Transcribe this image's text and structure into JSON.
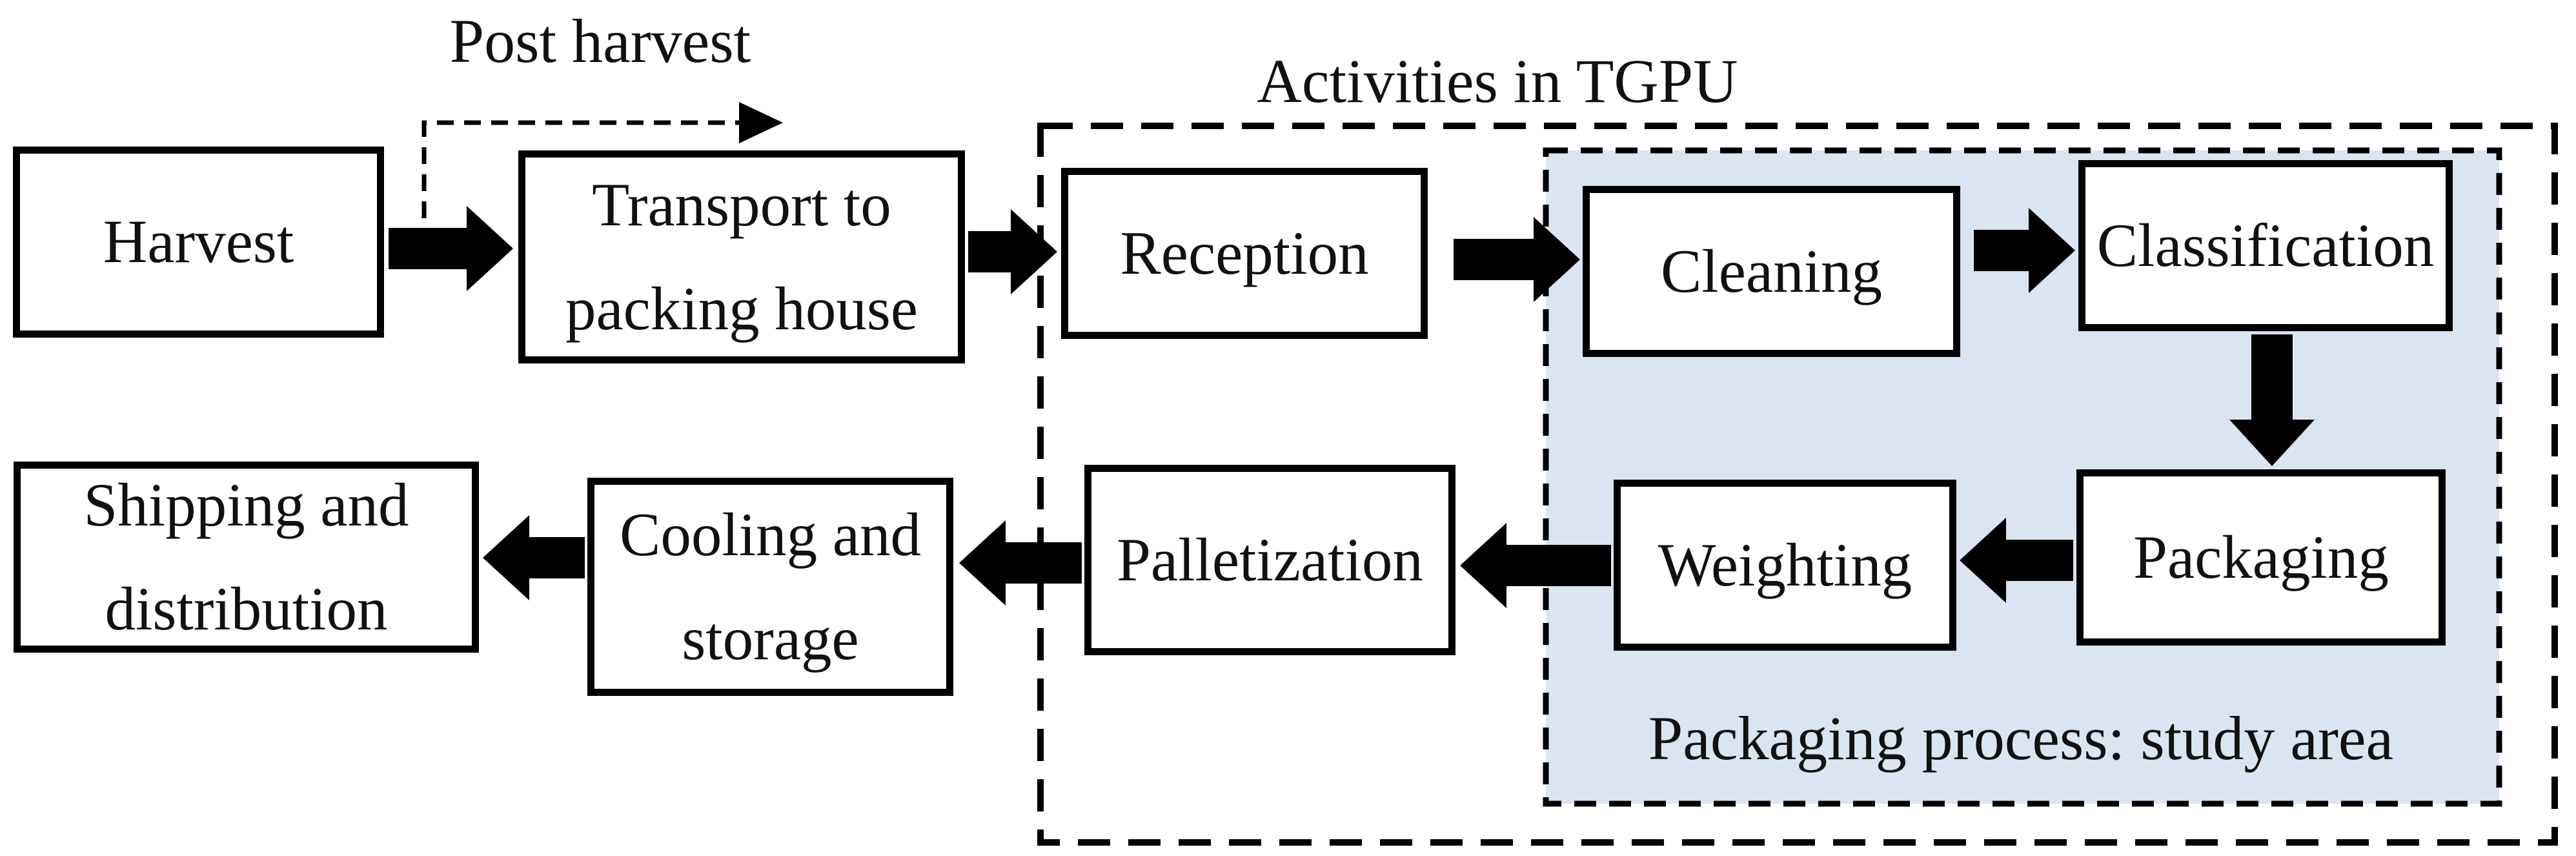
{
  "diagram": {
    "labels": {
      "post_harvest": "Post harvest",
      "activities_in_tgpu": "Activities in TGPU",
      "study_area": "Packaging process: study area"
    },
    "nodes": [
      {
        "id": "harvest",
        "label": "Harvest"
      },
      {
        "id": "transport",
        "label": "Transport to packing house",
        "lines": [
          "Transport to",
          "packing house"
        ]
      },
      {
        "id": "reception",
        "label": "Reception"
      },
      {
        "id": "cleaning",
        "label": "Cleaning"
      },
      {
        "id": "classification",
        "label": "Classification"
      },
      {
        "id": "shipping",
        "label": "Shipping and distribution",
        "lines": [
          "Shipping and",
          "distribution"
        ]
      },
      {
        "id": "cooling",
        "label": "Cooling and storage",
        "lines": [
          "Cooling and",
          "storage"
        ]
      },
      {
        "id": "palletization",
        "label": "Palletization"
      },
      {
        "id": "weighting",
        "label": "Weighting"
      },
      {
        "id": "packaging",
        "label": "Packaging"
      }
    ],
    "edges": [
      {
        "from": "Harvest",
        "to": "Transport to packing house",
        "style": "dashed-elbow",
        "label": "Post harvest"
      },
      {
        "from": "Harvest",
        "to": "Transport to packing house",
        "style": "solid"
      },
      {
        "from": "Transport to packing house",
        "to": "Reception",
        "style": "solid"
      },
      {
        "from": "Reception",
        "to": "Cleaning",
        "style": "solid"
      },
      {
        "from": "Cleaning",
        "to": "Classification",
        "style": "solid"
      },
      {
        "from": "Classification",
        "to": "Packaging",
        "style": "solid"
      },
      {
        "from": "Packaging",
        "to": "Weighting",
        "style": "solid"
      },
      {
        "from": "Weighting",
        "to": "Palletization",
        "style": "solid"
      },
      {
        "from": "Palletization",
        "to": "Cooling and storage",
        "style": "solid"
      },
      {
        "from": "Cooling and storage",
        "to": "Shipping and distribution",
        "style": "solid"
      }
    ],
    "containers": [
      {
        "id": "tgpu",
        "label": "Activities in TGPU"
      },
      {
        "id": "study",
        "label": "Packaging process: study area"
      }
    ],
    "colors": {
      "study_area_fill": "#dbe5f1",
      "line": "#000000",
      "text": "#111111",
      "background": "#ffffff"
    }
  }
}
